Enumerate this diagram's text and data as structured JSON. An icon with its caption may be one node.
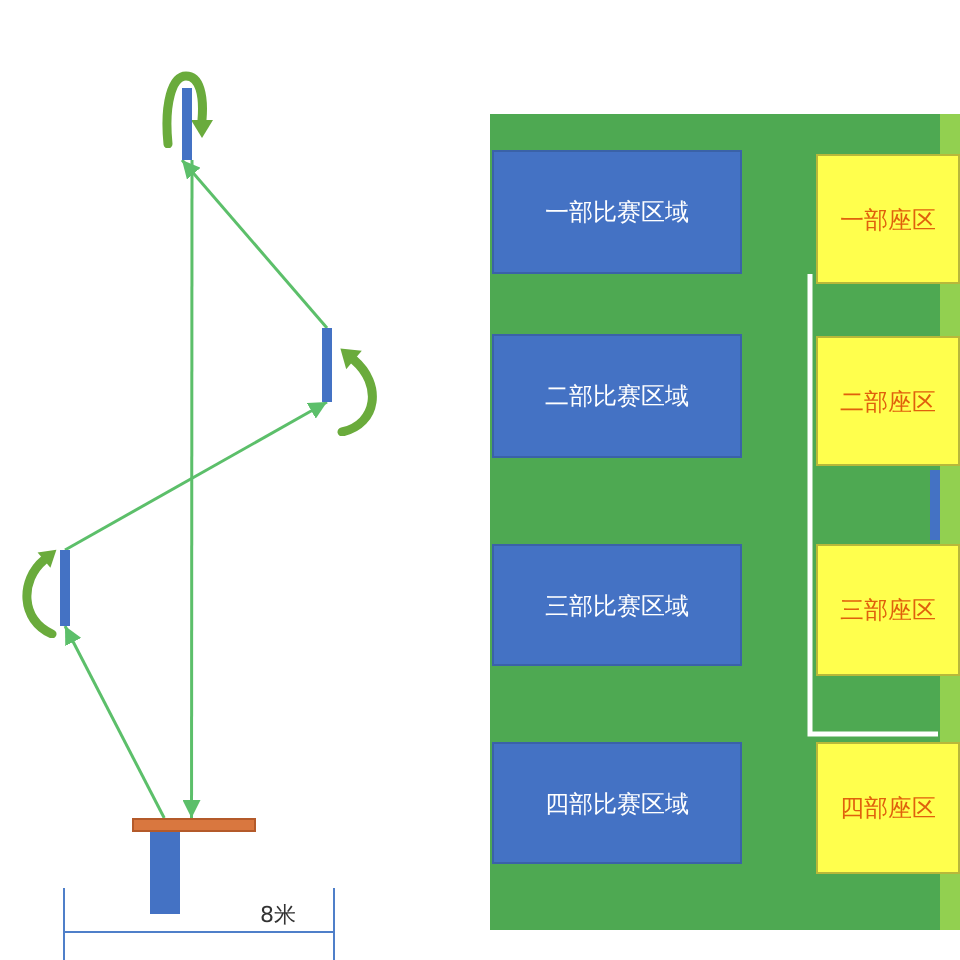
{
  "diagram": {
    "nodes": [
      {
        "text": [],
        "shape": "bar"
      },
      {
        "text": [],
        "shape": "bar"
      },
      {
        "text": [],
        "shape": "bar"
      },
      {
        "text": [],
        "shape": "picture"
      },
      {
        "text": [],
        "shape": "box"
      },
      {
        "text": [
          "一部比赛区域"
        ],
        "in": 4
      },
      {
        "text": [
          "一部座区"
        ],
        "in": 4
      },
      {
        "text": [
          "二部比赛区域"
        ],
        "in": 4
      },
      {
        "text": [
          "二部座区"
        ],
        "in": 4
      },
      {
        "text": [
          "三部比赛区域"
        ],
        "in": 4
      },
      {
        "text": [
          "三部座区"
        ],
        "in": 4
      },
      {
        "text": [
          "四部比赛区域"
        ],
        "in": 4
      },
      {
        "text": [
          "四部座区"
        ],
        "in": 4
      }
    ],
    "edges": [
      {
        "from": 3,
        "to": 2,
        "arrow": "to"
      },
      {
        "from": 2,
        "to": 1,
        "arrow": "to"
      },
      {
        "from": 1,
        "to": 0,
        "arrow": "to"
      },
      {
        "from": 0,
        "to": 3,
        "arrow": "to"
      }
    ],
    "labels": [
      "8米"
    ]
  }
}
